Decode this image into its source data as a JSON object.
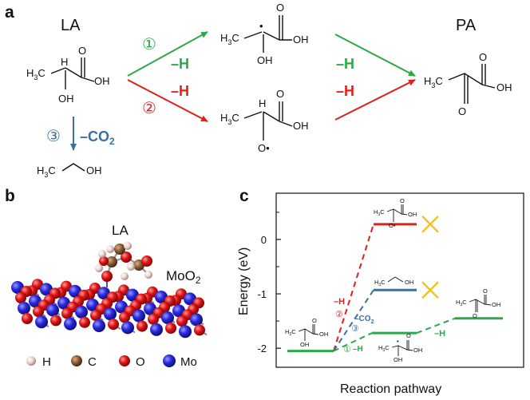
{
  "panels": {
    "a": "a",
    "b": "b",
    "c": "c"
  },
  "scheme": {
    "reactant": "LA",
    "product": "PA",
    "path1_number": "①",
    "path2_number": "②",
    "path3_number": "③",
    "minus_h": "–H",
    "minus_co2_prefix": "–CO",
    "minus_co2_sub": "2",
    "atoms": {
      "H3C": "H",
      "three": "3",
      "C": "C",
      "OH": "OH",
      "O": "O",
      "H": "H",
      "radical": "•"
    },
    "colors": {
      "path1": "#2aa84a",
      "path2": "#e0201b",
      "path3": "#3a6fa0",
      "black": "#111111"
    }
  },
  "model": {
    "molecule": "LA",
    "surface_prefix": "MoO",
    "surface_sub": "2",
    "legend": [
      "H",
      "C",
      "O",
      "Mo"
    ],
    "atom_colors": {
      "H": "#ead6cf",
      "C": "#8b5a32",
      "O": "#e01818",
      "Mo": "#2a2ae0"
    }
  },
  "chart_data": {
    "type": "energy_profile",
    "xlabel": "Reaction pathway",
    "ylabel": "Energy (eV)",
    "ylim": [
      -2.35,
      0.85
    ],
    "yticks": [
      0,
      -1,
      -2
    ],
    "ytick_labels": [
      "0",
      "-1",
      "-2"
    ],
    "levels": [
      {
        "name": "LA",
        "energy": -2.05,
        "color": "#2aa84a"
      },
      {
        "name": "O• intermediate",
        "energy": 0.28,
        "color": "#e0201b",
        "blocked": true
      },
      {
        "name": "ethanol",
        "energy": -0.93,
        "color": "#3a6fa0",
        "blocked": true
      },
      {
        "name": "C• intermediate",
        "energy": -1.72,
        "color": "#2aa84a"
      },
      {
        "name": "PA",
        "energy": -1.45,
        "color": "#2aa84a"
      }
    ],
    "annotations": {
      "minus_h": "–H",
      "path1": "①",
      "path2": "②",
      "path3": "③",
      "minus_co2_prefix": "–CO",
      "minus_co2_sub": "2"
    },
    "cross_color": "#f2c21b"
  }
}
